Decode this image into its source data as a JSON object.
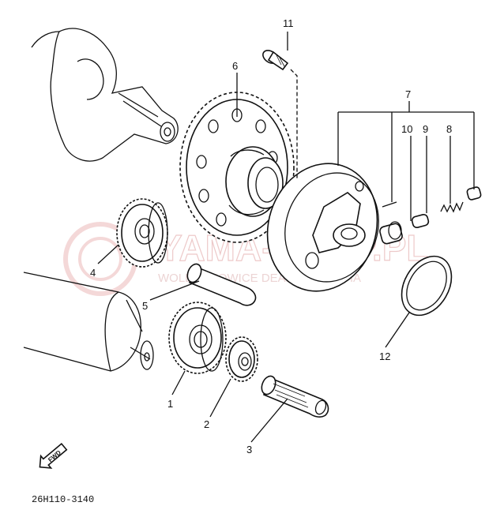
{
  "watermark": {
    "title": "YAMA-SHOP.PL",
    "subtitle": "WOLBECHOWICE DEALER YAMAHA"
  },
  "callouts": [
    {
      "id": "1",
      "label": "1"
    },
    {
      "id": "2",
      "label": "2"
    },
    {
      "id": "3",
      "label": "3"
    },
    {
      "id": "4",
      "label": "4"
    },
    {
      "id": "5",
      "label": "5"
    },
    {
      "id": "6",
      "label": "6"
    },
    {
      "id": "7",
      "label": "7"
    },
    {
      "id": "8",
      "label": "8"
    },
    {
      "id": "9",
      "label": "9"
    },
    {
      "id": "10",
      "label": "10"
    },
    {
      "id": "11",
      "label": "11"
    },
    {
      "id": "12",
      "label": "12"
    }
  ],
  "fwd_label": "FWD",
  "diagram_code": "26H110-3140"
}
